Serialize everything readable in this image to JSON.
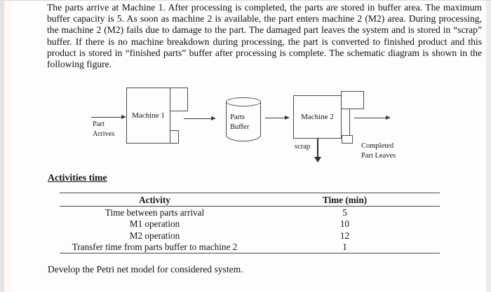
{
  "paragraph": "The parts arrive at Machine 1. After processing is completed, the parts are stored in buffer area. The maximum buffer capacity is 5. As soon as machine 2 is available, the part enters machine 2 (M2) area. During processing, the machine 2 (M2) fails due to damage to the part. The damaged part leaves the system and is stored in “scrap” buffer. If there is no machine breakdown during processing, the part is converted to finished product and this product is stored in “finished parts” buffer after processing is complete. The schematic diagram is shown in the following figure.",
  "diagram": {
    "part_arrives_line1": "Part",
    "part_arrives_line2": "Arrives",
    "machine1_label": "Machine 1",
    "buffer_line1": "Parts",
    "buffer_line2": "Buffer",
    "machine2_label": "Machine 2",
    "scrap_label": "scrap",
    "completed_line1": "Completed",
    "completed_line2": "Part Leaves"
  },
  "activities": {
    "heading": "Activities time",
    "table": {
      "headers": [
        "Activity",
        "Time (min)"
      ],
      "rows": [
        [
          "Time between parts arrival",
          "5"
        ],
        [
          "M1 operation",
          "10"
        ],
        [
          "M2 operation",
          "12"
        ],
        [
          "Transfer time from parts buffer to machine 2",
          "1"
        ]
      ]
    }
  },
  "footer_text": "Develop the Petri net model for considered system.",
  "colors": {
    "paper": "#fdfdfc",
    "edge_strip": "#e3e3e4",
    "line": "#4b4b4b",
    "text": "#141414"
  }
}
